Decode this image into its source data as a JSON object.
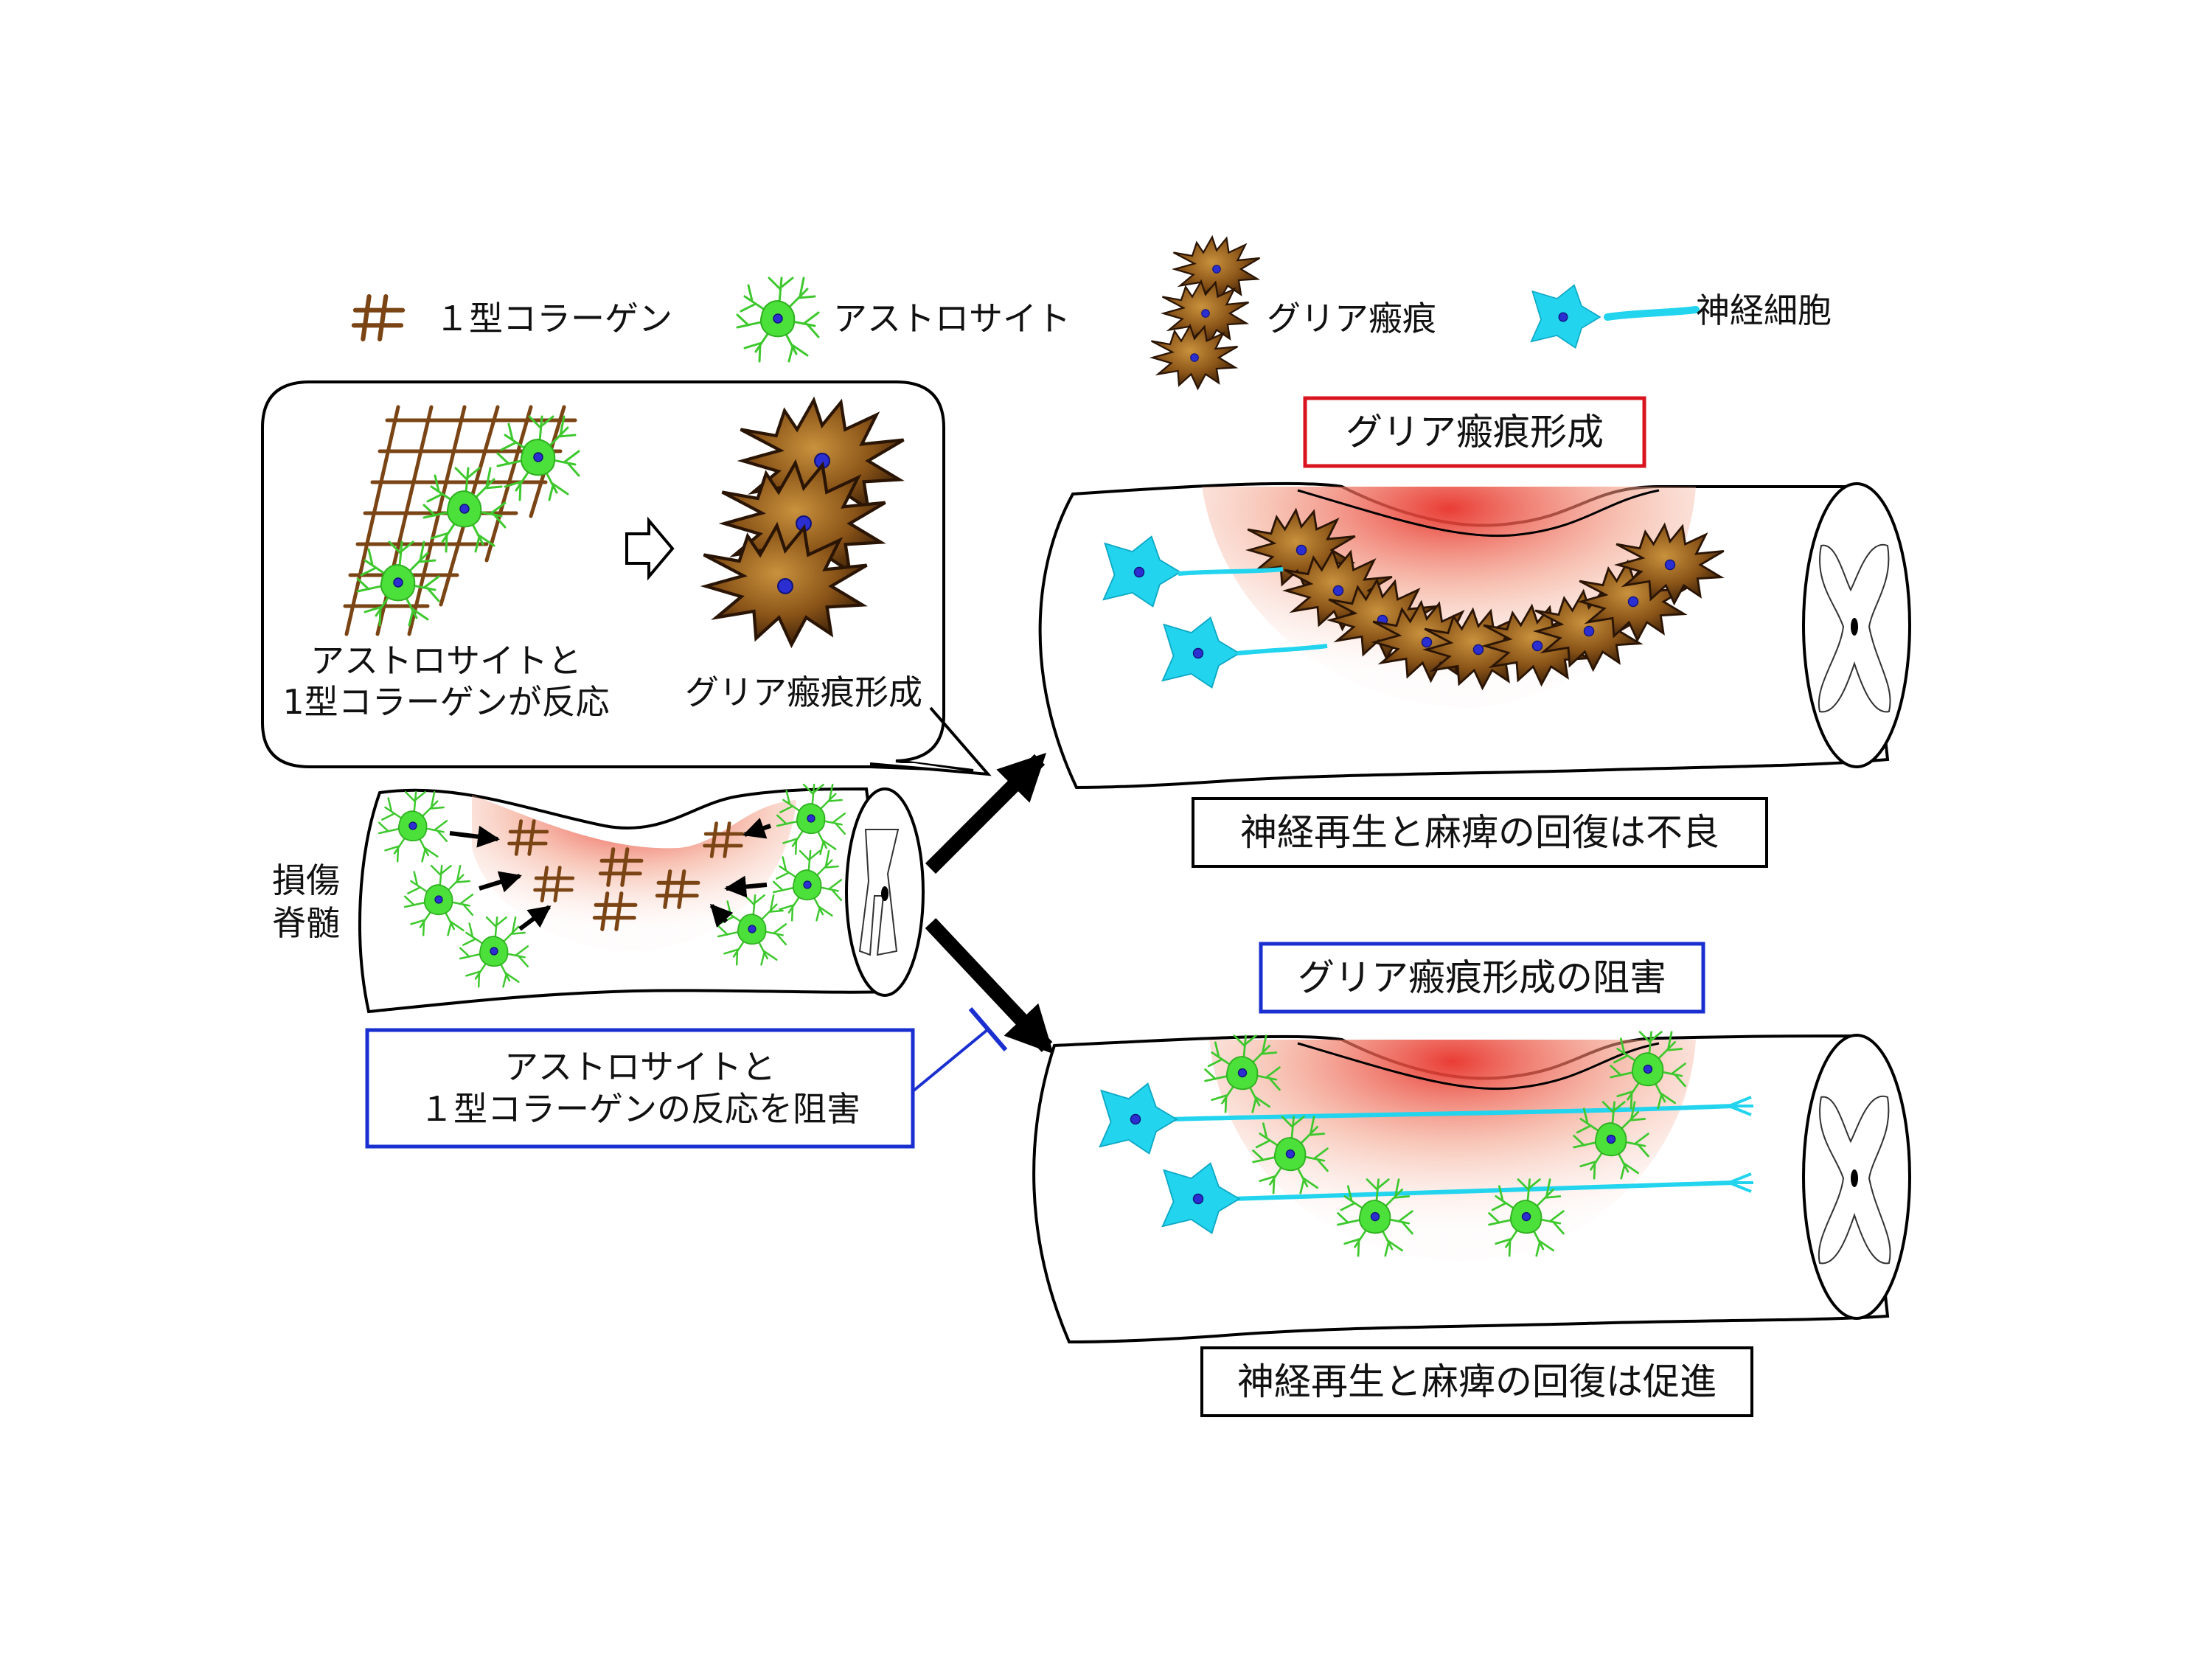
{
  "legend": {
    "collagen": "１型コラーゲン",
    "astrocyte": "アストロサイト",
    "glial_scar": "グリア瘢痕",
    "neuron": "神経細胞"
  },
  "callout": {
    "left_line1": "アストロサイトと",
    "left_line2": "1型コラーゲンが反応",
    "right": "グリア瘢痕形成"
  },
  "injured_cord": {
    "line1": "損傷",
    "line2": "脊髄"
  },
  "inhibit_box": {
    "line1": "アストロサイトと",
    "line2": "１型コラーゲンの反応を阻害"
  },
  "top_outcome": {
    "title": "グリア瘢痕形成",
    "title_color": "#d9141e",
    "result": "神経再生と麻痺の回復は不良"
  },
  "bottom_outcome": {
    "title": "グリア瘢痕形成の阻害",
    "title_color": "#1a2fd0",
    "result": "神経再生と麻痺の回復は促進"
  },
  "colors": {
    "collagen": "#7a4414",
    "astrocyte": "#4be03a",
    "nucleus": "#2b2fd1",
    "neuron": "#22d4ee",
    "scar_dark": "#3f2208",
    "scar_light": "#b07a2e",
    "lesion": "#e8322a",
    "inhibit_line": "#1a2fd0"
  }
}
